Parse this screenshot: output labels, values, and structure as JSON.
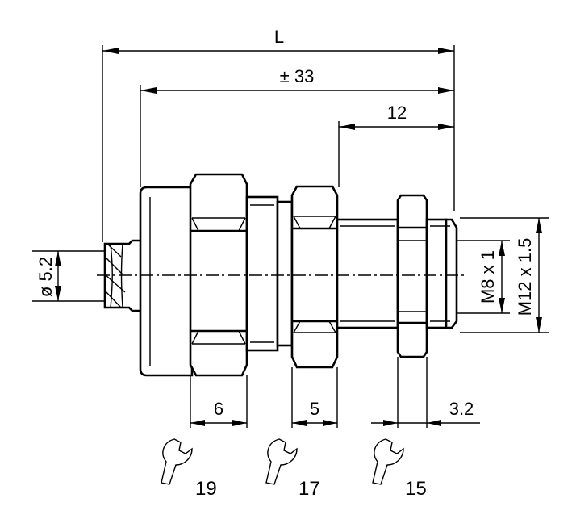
{
  "drawing": {
    "title": "Technical drawing of sensor with mounting nuts",
    "line_color": "#000000",
    "background": "#ffffff"
  },
  "dimensions": {
    "overall_length": "L",
    "body_length": "± 33",
    "thread_length": "12",
    "cable_diameter": "ø 5.2",
    "inner_thread": "M8 x 1",
    "outer_thread": "M12 x 1.5",
    "nut1_width": "6",
    "nut2_width": "5",
    "nut3_width": "3.2"
  },
  "wrenches": [
    {
      "icon": "wrench-icon",
      "size": "19"
    },
    {
      "icon": "wrench-icon",
      "size": "17"
    },
    {
      "icon": "wrench-icon",
      "size": "15"
    }
  ]
}
